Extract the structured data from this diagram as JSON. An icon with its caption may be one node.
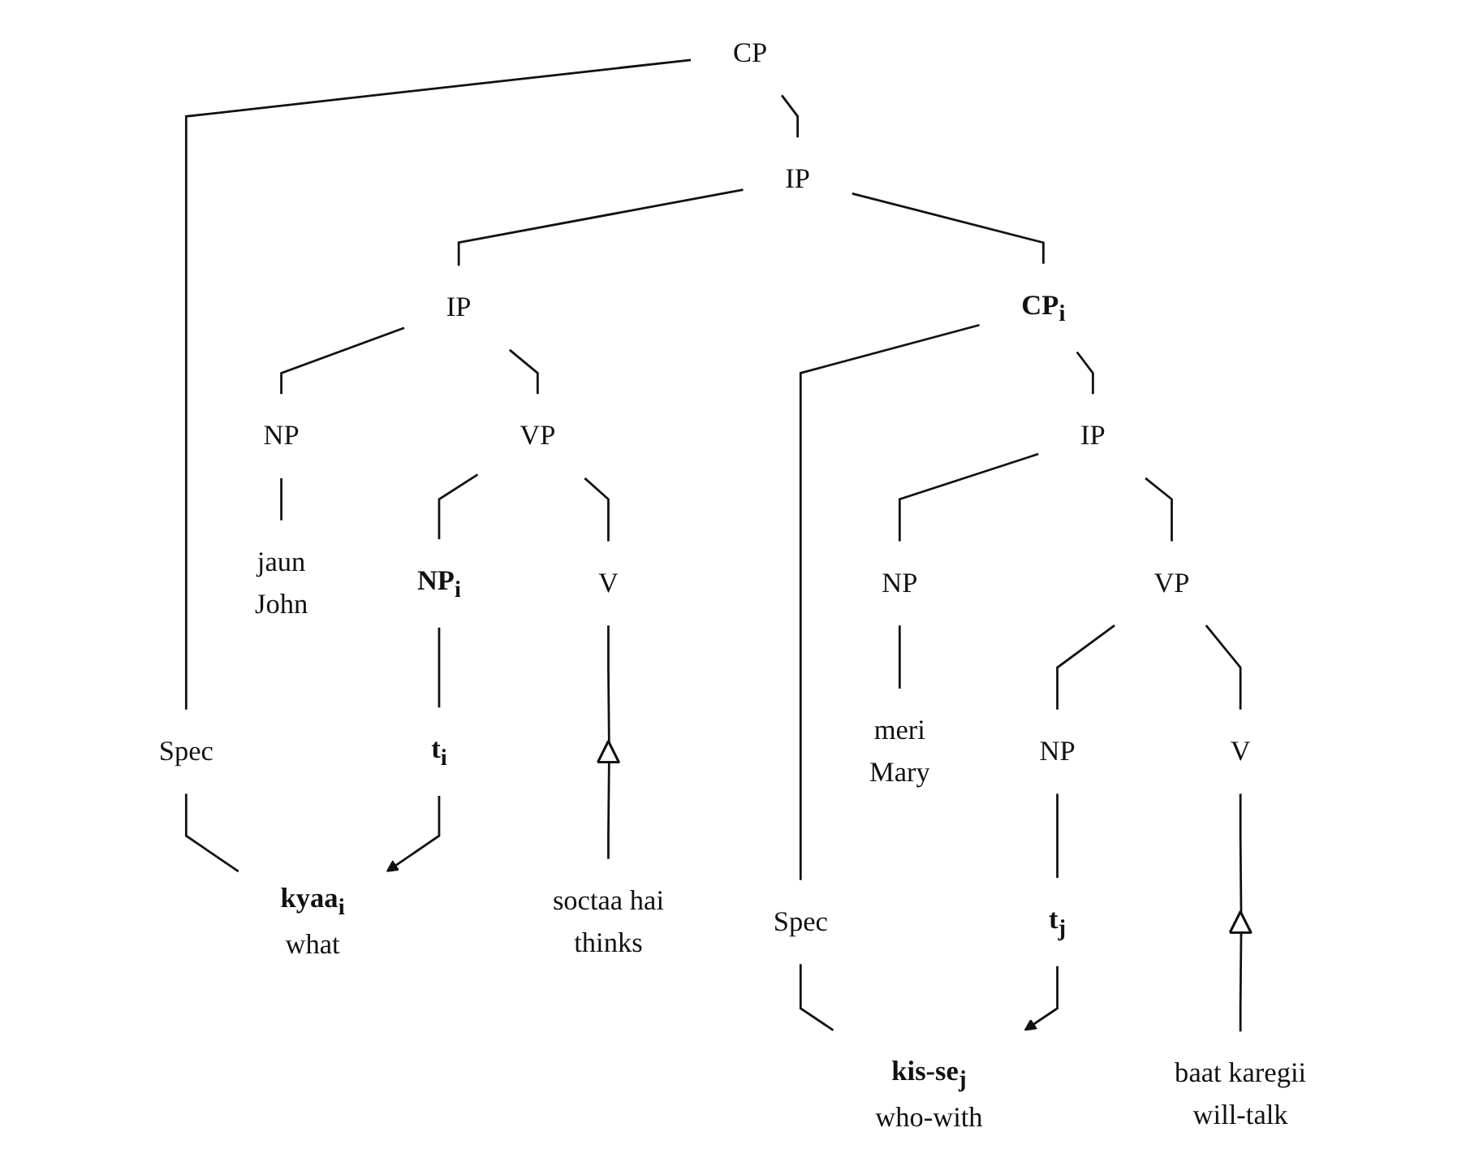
{
  "diagram": {
    "nodes": [
      {
        "text": [
          "CP"
        ]
      },
      {
        "text": [
          "Spec"
        ]
      },
      {
        "text": [
          "IP"
        ]
      },
      {
        "text": [
          "IP"
        ]
      },
      {
        "text": [
          "CP$_{i}$"
        ]
      },
      {
        "text": [
          "NP"
        ]
      },
      {
        "text": [
          "VP"
        ]
      },
      {
        "text": [
          "Spec"
        ]
      },
      {
        "text": [
          "IP"
        ]
      },
      {
        "text": [
          "NP$_{i}$"
        ]
      },
      {
        "text": [
          "V"
        ]
      },
      {
        "text": [
          "NP"
        ]
      },
      {
        "text": [
          "VP"
        ]
      },
      {
        "text": [
          "NP"
        ]
      },
      {
        "text": [
          "V"
        ]
      },
      {
        "text": [],
        "shape": "triangle"
      },
      {
        "text": [],
        "shape": "triangle"
      },
      {
        "text": [
          "kyaa$_{i}$",
          "what"
        ]
      },
      {
        "text": [
          "jaun",
          "John"
        ]
      },
      {
        "text": [
          "t$_{i}$"
        ]
      },
      {
        "text": [
          "soctaa hai",
          "thinks"
        ]
      },
      {
        "text": [
          "kis-se$_{j}$",
          "who-with"
        ]
      },
      {
        "text": [
          "meri",
          "Mary"
        ]
      },
      {
        "text": [
          "t$_{j}$"
        ]
      },
      {
        "text": [
          "baat karegii",
          "will-talk"
        ]
      }
    ],
    "edges": [
      {
        "from": 0,
        "to": 1,
        "arrow": "none"
      },
      {
        "from": 0,
        "to": 2,
        "arrow": "none"
      },
      {
        "from": 2,
        "to": 3,
        "arrow": "none"
      },
      {
        "from": 2,
        "to": 4,
        "arrow": "none"
      },
      {
        "from": 3,
        "to": 5,
        "arrow": "none"
      },
      {
        "from": 3,
        "to": 6,
        "arrow": "none"
      },
      {
        "from": 4,
        "to": 7,
        "arrow": "none"
      },
      {
        "from": 4,
        "to": 8,
        "arrow": "none"
      },
      {
        "from": 6,
        "to": 9,
        "arrow": "none"
      },
      {
        "from": 6,
        "to": 10,
        "arrow": "none"
      },
      {
        "from": 8,
        "to": 11,
        "arrow": "none"
      },
      {
        "from": 8,
        "to": 12,
        "arrow": "none"
      },
      {
        "from": 12,
        "to": 13,
        "arrow": "none"
      },
      {
        "from": 12,
        "to": 14,
        "arrow": "none"
      },
      {
        "from": 1,
        "to": 17,
        "arrow": "none"
      },
      {
        "from": 5,
        "to": 18,
        "arrow": "none"
      },
      {
        "from": 9,
        "to": 19,
        "arrow": "none"
      },
      {
        "from": 10,
        "to": 15,
        "arrow": "none"
      },
      {
        "from": 15,
        "to": 20,
        "arrow": "none"
      },
      {
        "from": 7,
        "to": 21,
        "arrow": "none"
      },
      {
        "from": 11,
        "to": 22,
        "arrow": "none"
      },
      {
        "from": 13,
        "to": 23,
        "arrow": "none"
      },
      {
        "from": 14,
        "to": 16,
        "arrow": "none"
      },
      {
        "from": 16,
        "to": 24,
        "arrow": "none"
      },
      {
        "from": 19,
        "to": 17,
        "arrow": "to"
      },
      {
        "from": 23,
        "to": 21,
        "arrow": "to"
      }
    ]
  }
}
